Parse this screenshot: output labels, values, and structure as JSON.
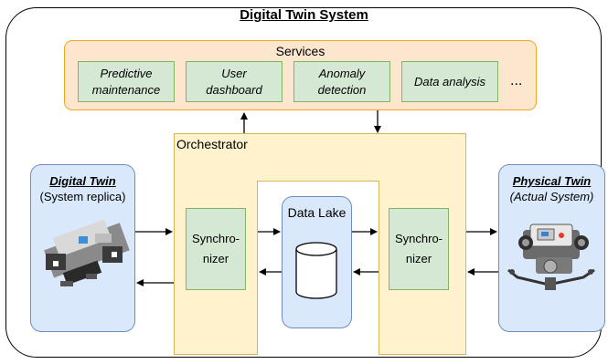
{
  "title": "Digital Twin System",
  "services": {
    "title": "Services",
    "items": [
      {
        "line1": "Predictive",
        "line2": "maintenance"
      },
      {
        "line1": "User",
        "line2": "dashboard"
      },
      {
        "line1": "Anomaly",
        "line2": "detection"
      },
      {
        "line1": "Data analysis",
        "line2": ""
      }
    ],
    "ellipsis": "..."
  },
  "orchestrator": {
    "label": "Orchestrator",
    "sync_left": {
      "line1": "Synchro-",
      "line2": "nizer"
    },
    "sync_right": {
      "line1": "Synchro-",
      "line2": "nizer"
    }
  },
  "data_lake": {
    "label": "Data Lake"
  },
  "digital_twin": {
    "name": "Digital Twin",
    "subtitle": "(System replica)"
  },
  "physical_twin": {
    "name": "Physical Twin",
    "subtitle": "(Actual System)"
  },
  "colors": {
    "services_fill": "#fde6ce",
    "services_stroke": "#f5a623",
    "green_fill": "#d5e8d4",
    "green_stroke": "#82b366",
    "orch_fill": "#fff2cc",
    "orch_stroke": "#d6b656",
    "blue_fill": "#dae8fc",
    "blue_stroke": "#6c8ebf"
  }
}
